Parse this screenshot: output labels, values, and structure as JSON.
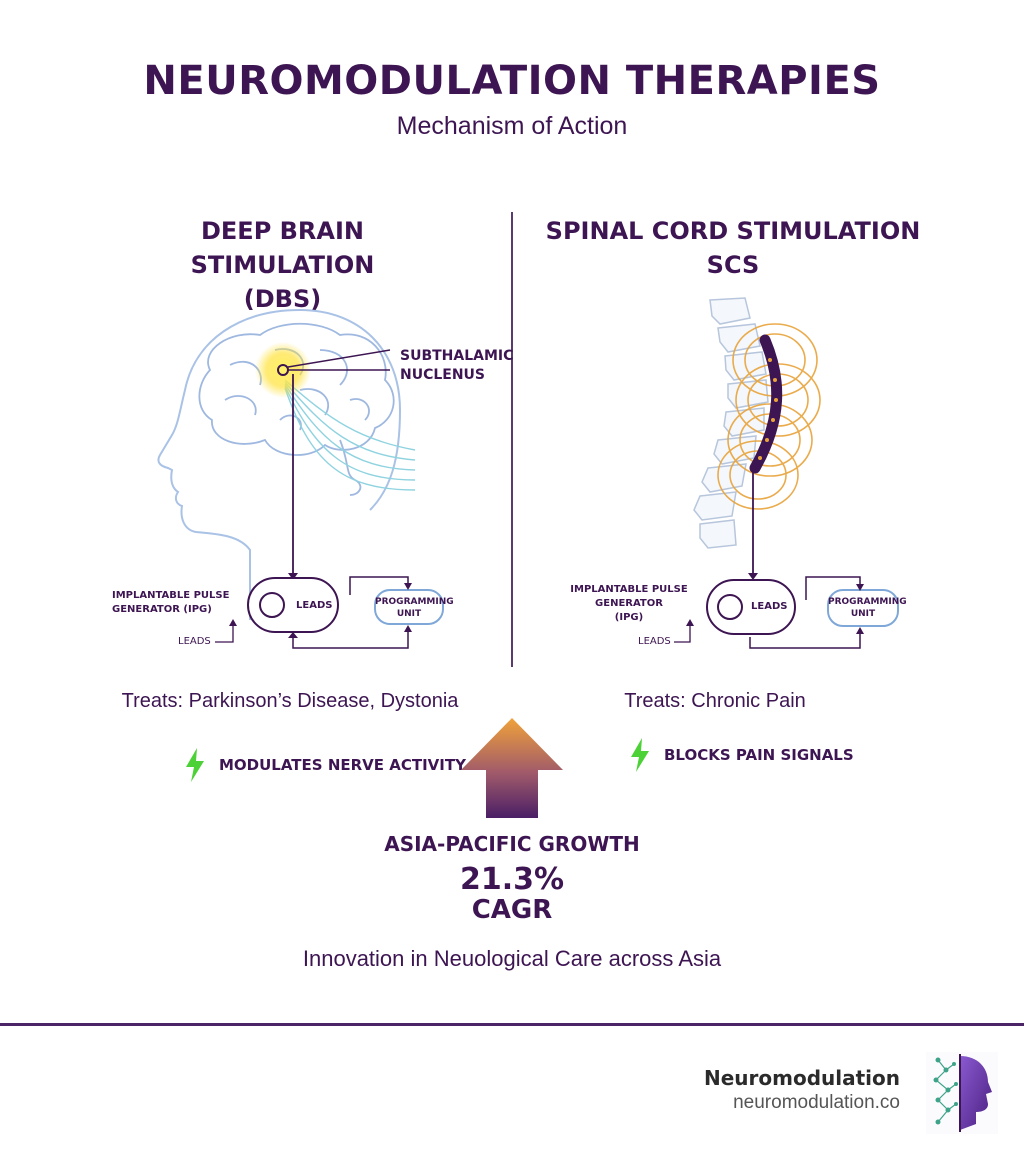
{
  "header": {
    "title": "NEUROMODULATION THERAPIES",
    "subtitle": "Mechanism of Action"
  },
  "dbs": {
    "title_line1": "DEEP BRAIN STIMULATION",
    "title_line2": "(DBS)",
    "target_line1": "SUBTHALAMIC",
    "target_line2": "NUCLENUS",
    "ipg_line1": "IMPLANTABLE PULSE",
    "ipg_line2": "GENERATOR (IPG)",
    "leads_small": "LEADS",
    "leads_box": "LEADS",
    "prog_line1": "PROGRAMMING",
    "prog_line2": "UNIT",
    "treats": "Treats: Parkinson’s Disease, Dystonia",
    "benefit": "MODULATES NERVE ACTIVITY"
  },
  "scs": {
    "title": "SPINAL CORD STIMULATION SCS",
    "ipg_line1": "IMPLANTABLE PULSE",
    "ipg_line2": "GENERATOR",
    "ipg_line3": "(IPG)",
    "leads_small": "LEADS",
    "leads_box": "LEADS",
    "prog_line1": "PROGRAMMING",
    "prog_line2": "UNIT",
    "treats": "Treats: Chronic Pain",
    "benefit": "BLOCKS PAIN SIGNALS"
  },
  "growth": {
    "label": "ASIA-PACIFIC GROWTH",
    "value": "21.3%",
    "unit": "CAGR"
  },
  "tagline": "Innovation in Neuological Care across Asia",
  "footer": {
    "brand": "Neuromodulation",
    "url": "neuromodulation.co"
  },
  "icons": {
    "bolt": "lightning-bolt-icon",
    "arrow": "up-arrow-icon",
    "logo": "brain-network-logo-icon"
  },
  "colors": {
    "primary": "#3d1552",
    "accent_orange": "#e8a33a",
    "bolt_green": "#4cd137",
    "brain_line": "#a9c2e6"
  }
}
